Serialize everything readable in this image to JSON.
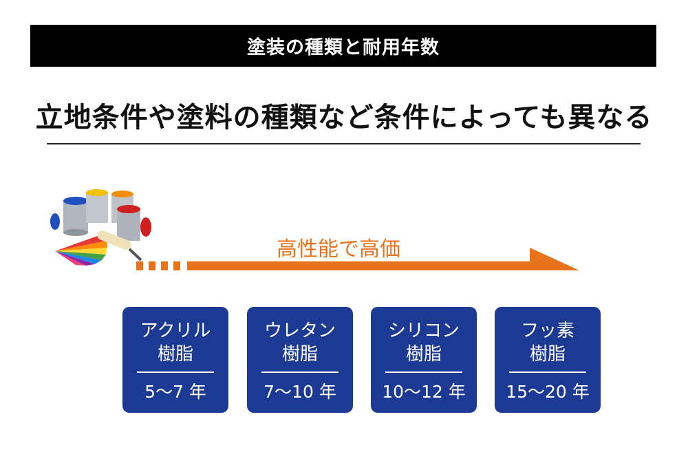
{
  "header": {
    "title": "塗装の種類と耐用年数"
  },
  "subtitle": "立地条件や塗料の種類など条件によっても異なる",
  "arrow": {
    "label": "高性能で高価",
    "color": "#e8731c"
  },
  "colors": {
    "card_bg": "#1c3a93",
    "header_bg": "#000000"
  },
  "paint_types": [
    {
      "name_line1": "アクリル",
      "name_line2": "樹脂",
      "years": "5〜7 年"
    },
    {
      "name_line1": "ウレタン",
      "name_line2": "樹脂",
      "years": "7〜10 年"
    },
    {
      "name_line1": "シリコン",
      "name_line2": "樹脂",
      "years": "10〜12 年"
    },
    {
      "name_line1": "フッ素",
      "name_line2": "樹脂",
      "years": "15〜20 年"
    }
  ]
}
